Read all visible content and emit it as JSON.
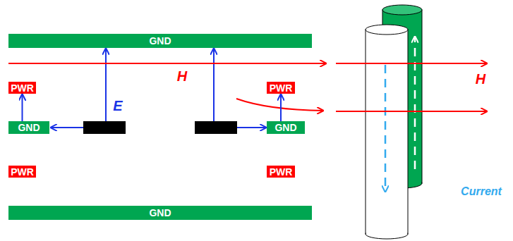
{
  "diagram": {
    "nodes": [
      {
        "text": [
          "GND"
        ]
      },
      {
        "text": [
          "PWR"
        ]
      },
      {
        "text": [
          "PWR"
        ]
      },
      {
        "text": [
          "GND"
        ]
      },
      {
        "text": [
          "GND"
        ]
      },
      {
        "text": [
          "PWR"
        ]
      },
      {
        "text": [
          "PWR"
        ]
      },
      {
        "text": [
          "GND"
        ]
      }
    ],
    "edges": [
      {
        "from": 3,
        "to": 1,
        "arrow": "to"
      },
      {
        "from": 4,
        "to": 2,
        "arrow": "to"
      }
    ],
    "labels": [
      "H",
      "E",
      "H",
      "Current"
    ]
  }
}
